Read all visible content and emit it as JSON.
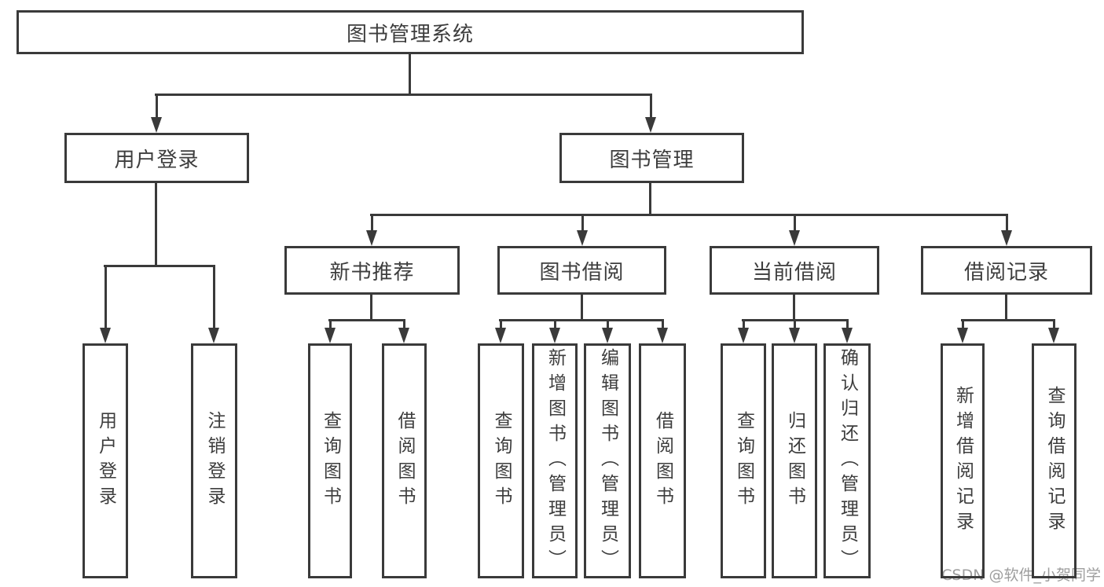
{
  "diagram": {
    "root": {
      "label": "图书管理系统"
    },
    "branches": [
      {
        "label": "用户登录",
        "children": [
          {
            "label": "用户登录"
          },
          {
            "label": "注销登录"
          }
        ]
      },
      {
        "label": "图书管理",
        "children": [
          {
            "label": "新书推荐",
            "children": [
              {
                "label": "查询图书"
              },
              {
                "label": "借阅图书"
              }
            ]
          },
          {
            "label": "图书借阅",
            "children": [
              {
                "label": "查询图书"
              },
              {
                "label": "新增图书（管理员）"
              },
              {
                "label": "编辑图书（管理员）"
              },
              {
                "label": "借阅图书"
              }
            ]
          },
          {
            "label": "当前借阅",
            "children": [
              {
                "label": "查询图书"
              },
              {
                "label": "归还图书"
              },
              {
                "label": "确认归还（管理员）"
              }
            ]
          },
          {
            "label": "借阅记录",
            "children": [
              {
                "label": "新增借阅记录"
              },
              {
                "label": "查询借阅记录"
              }
            ]
          }
        ]
      }
    ]
  },
  "watermark": {
    "text": "CSDN @软件_小贺同学"
  },
  "colors": {
    "line": "#3a3a3a",
    "text": "#3d3d3d",
    "watermark": "#9e9e9e"
  }
}
